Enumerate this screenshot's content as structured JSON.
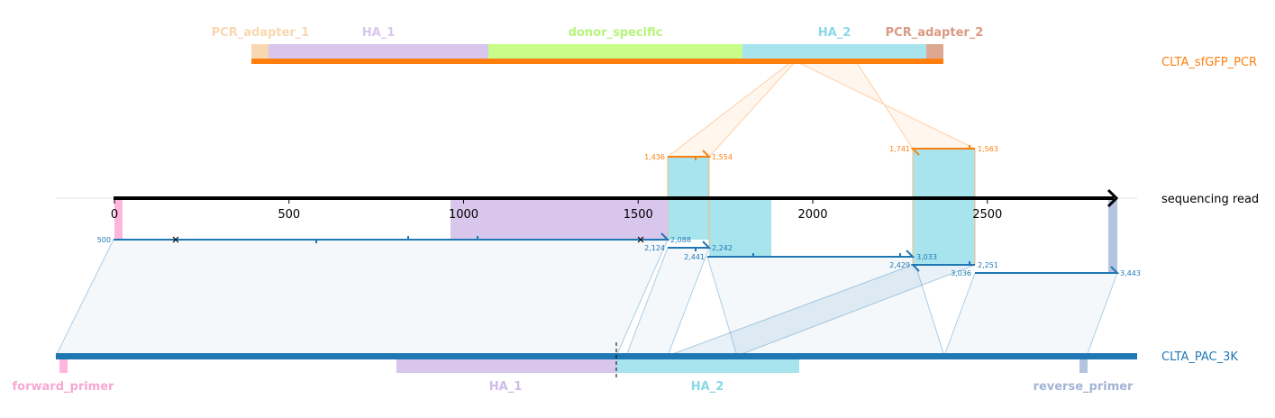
{
  "colors": {
    "pcr": "#ff7f0e",
    "pac": "#1f77b4",
    "read_axis": "#000000",
    "pcr_adapter_1": "#f8d8b0",
    "ha_1": "#d8c6ec",
    "donor_specific": "#c8fd8a",
    "ha_2": "#a8e4ee",
    "pcr_adapter_2": "#dca990",
    "forward_primer": "#ffb6dc",
    "reverse_primer": "#b4c4e0"
  },
  "targets": {
    "pcr": {
      "name": "CLTA_sfGFP_PCR"
    },
    "read": {
      "name": "sequencing read"
    },
    "pac": {
      "name": "CLTA_PAC_3K"
    }
  },
  "pcr_features": [
    {
      "label": "PCR_adapter_1",
      "color_key": "pcr_adapter_1"
    },
    {
      "label": "HA_1",
      "color_key": "ha_1"
    },
    {
      "label": "donor_specific",
      "color_key": "donor_specific"
    },
    {
      "label": "HA_2",
      "color_key": "ha_2"
    },
    {
      "label": "PCR_adapter_2",
      "color_key": "pcr_adapter_2"
    }
  ],
  "pac_features": [
    {
      "label": "forward_primer",
      "color_key": "forward_primer"
    },
    {
      "label": "HA_1",
      "color_key": "ha_1"
    },
    {
      "label": "HA_2",
      "color_key": "ha_2"
    },
    {
      "label": "reverse_primer",
      "color_key": "reverse_primer"
    }
  ],
  "read_axis": {
    "ticks": [
      0,
      500,
      1000,
      1500,
      2000,
      2500
    ],
    "tick_labels": [
      "0",
      "500",
      "1000",
      "1500",
      "2000",
      "2500"
    ],
    "max": 2870
  },
  "pcr_alignments": [
    {
      "read_start": 1592,
      "read_end": 1710,
      "start_label": "1,436",
      "end_label": "1,554"
    },
    {
      "read_start": 2293,
      "read_end": 2471,
      "start_label": "1,741",
      "end_label": "1,563"
    }
  ],
  "pac_alignments": [
    {
      "read_start": 0,
      "read_end": 1590,
      "start_label": "500",
      "end_label": "2,088"
    },
    {
      "read_start": 1592,
      "read_end": 1710,
      "start_label": "2,124",
      "end_label": "2,242"
    },
    {
      "read_start": 1705,
      "read_end": 2293,
      "start_label": "2,441",
      "end_label": "3,033"
    },
    {
      "read_start": 2288,
      "read_end": 2471,
      "start_label": "2,429",
      "end_label": "2,251"
    },
    {
      "read_start": 2471,
      "read_end": 2870,
      "start_label": "3,036",
      "end_label": "3,443"
    }
  ]
}
